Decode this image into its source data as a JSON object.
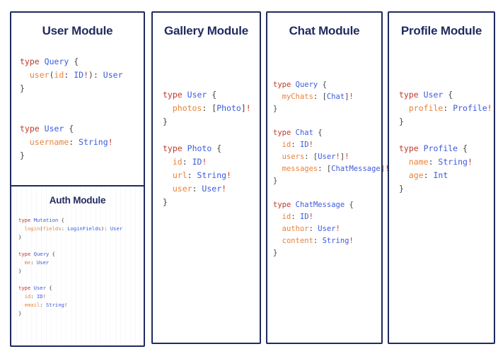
{
  "theme": {
    "border_color": "#1f2a5e",
    "title_color": "#1f2a5e",
    "keyword_color": "#c0392b",
    "typename_color": "#3b5bdb",
    "field_color": "#e8833a",
    "punctuation_color": "#444444",
    "background": "#ffffff"
  },
  "modules": [
    {
      "id": "user",
      "title": "User Module",
      "blocks": [
        {
          "lines": [
            [
              {
                "t": "kw",
                "v": "type"
              },
              {
                "t": "sp",
                "v": " "
              },
              {
                "t": "tn",
                "v": "Query"
              },
              {
                "t": "sp",
                "v": " "
              },
              {
                "t": "pn",
                "v": "{"
              }
            ],
            [
              {
                "t": "sp",
                "v": "  "
              },
              {
                "t": "fld",
                "v": "user"
              },
              {
                "t": "pn",
                "v": "("
              },
              {
                "t": "fld",
                "v": "id"
              },
              {
                "t": "pn",
                "v": ": "
              },
              {
                "t": "tn",
                "v": "ID"
              },
              {
                "t": "bang",
                "v": "!"
              },
              {
                "t": "pn",
                "v": "): "
              },
              {
                "t": "tn",
                "v": "User"
              }
            ],
            [
              {
                "t": "pn",
                "v": "}"
              }
            ]
          ]
        },
        {
          "lines": [
            [],
            []
          ]
        },
        {
          "lines": [
            [
              {
                "t": "kw",
                "v": "type"
              },
              {
                "t": "sp",
                "v": " "
              },
              {
                "t": "tn",
                "v": "User"
              },
              {
                "t": "sp",
                "v": " "
              },
              {
                "t": "pn",
                "v": "{"
              }
            ],
            [
              {
                "t": "sp",
                "v": "  "
              },
              {
                "t": "fld",
                "v": "username"
              },
              {
                "t": "pn",
                "v": ": "
              },
              {
                "t": "tn",
                "v": "String"
              },
              {
                "t": "bang",
                "v": "!"
              }
            ],
            [
              {
                "t": "pn",
                "v": "}"
              }
            ]
          ]
        }
      ]
    },
    {
      "id": "auth",
      "title": "Auth Module",
      "blocks": [
        {
          "lines": [
            [
              {
                "t": "kw",
                "v": "type"
              },
              {
                "t": "sp",
                "v": " "
              },
              {
                "t": "tn",
                "v": "Mutation"
              },
              {
                "t": "sp",
                "v": " "
              },
              {
                "t": "pn",
                "v": "{"
              }
            ],
            [
              {
                "t": "sp",
                "v": "  "
              },
              {
                "t": "fld",
                "v": "login"
              },
              {
                "t": "pn",
                "v": "("
              },
              {
                "t": "fld",
                "v": "fields"
              },
              {
                "t": "pn",
                "v": ": "
              },
              {
                "t": "tn",
                "v": "LoginFields"
              },
              {
                "t": "pn",
                "v": "): "
              },
              {
                "t": "tn",
                "v": "User"
              }
            ],
            [
              {
                "t": "pn",
                "v": "}"
              }
            ]
          ]
        },
        {
          "lines": [
            []
          ]
        },
        {
          "lines": [
            [
              {
                "t": "kw",
                "v": "type"
              },
              {
                "t": "sp",
                "v": " "
              },
              {
                "t": "tn",
                "v": "Query"
              },
              {
                "t": "sp",
                "v": " "
              },
              {
                "t": "pn",
                "v": "{"
              }
            ],
            [
              {
                "t": "sp",
                "v": "  "
              },
              {
                "t": "fld",
                "v": "me"
              },
              {
                "t": "pn",
                "v": ": "
              },
              {
                "t": "tn",
                "v": "User"
              }
            ],
            [
              {
                "t": "pn",
                "v": "}"
              }
            ]
          ]
        },
        {
          "lines": [
            []
          ]
        },
        {
          "lines": [
            [
              {
                "t": "kw",
                "v": "type"
              },
              {
                "t": "sp",
                "v": " "
              },
              {
                "t": "tn",
                "v": "User"
              },
              {
                "t": "sp",
                "v": " "
              },
              {
                "t": "pn",
                "v": "{"
              }
            ],
            [
              {
                "t": "sp",
                "v": "  "
              },
              {
                "t": "fld",
                "v": "id"
              },
              {
                "t": "pn",
                "v": ": "
              },
              {
                "t": "tn",
                "v": "ID"
              },
              {
                "t": "bang",
                "v": "!"
              }
            ],
            [
              {
                "t": "sp",
                "v": "  "
              },
              {
                "t": "fld",
                "v": "email"
              },
              {
                "t": "pn",
                "v": ": "
              },
              {
                "t": "tn",
                "v": "String"
              },
              {
                "t": "bang",
                "v": "!"
              }
            ],
            [
              {
                "t": "pn",
                "v": "}"
              }
            ]
          ]
        }
      ]
    },
    {
      "id": "gallery",
      "title": "Gallery Module",
      "blocks": [
        {
          "lines": [
            [
              {
                "t": "kw",
                "v": "type"
              },
              {
                "t": "sp",
                "v": " "
              },
              {
                "t": "tn",
                "v": "User"
              },
              {
                "t": "sp",
                "v": " "
              },
              {
                "t": "pn",
                "v": "{"
              }
            ],
            [
              {
                "t": "sp",
                "v": "  "
              },
              {
                "t": "fld",
                "v": "photos"
              },
              {
                "t": "pn",
                "v": ": ["
              },
              {
                "t": "tn",
                "v": "Photo"
              },
              {
                "t": "pn",
                "v": "]"
              },
              {
                "t": "bang",
                "v": "!"
              }
            ],
            [
              {
                "t": "pn",
                "v": "}"
              }
            ]
          ]
        },
        {
          "lines": [
            []
          ]
        },
        {
          "lines": [
            [
              {
                "t": "kw",
                "v": "type"
              },
              {
                "t": "sp",
                "v": " "
              },
              {
                "t": "tn",
                "v": "Photo"
              },
              {
                "t": "sp",
                "v": " "
              },
              {
                "t": "pn",
                "v": "{"
              }
            ],
            [
              {
                "t": "sp",
                "v": "  "
              },
              {
                "t": "fld",
                "v": "id"
              },
              {
                "t": "pn",
                "v": ": "
              },
              {
                "t": "tn",
                "v": "ID"
              },
              {
                "t": "bang",
                "v": "!"
              }
            ],
            [
              {
                "t": "sp",
                "v": "  "
              },
              {
                "t": "fld",
                "v": "url"
              },
              {
                "t": "pn",
                "v": ": "
              },
              {
                "t": "tn",
                "v": "String"
              },
              {
                "t": "bang",
                "v": "!"
              }
            ],
            [
              {
                "t": "sp",
                "v": "  "
              },
              {
                "t": "fld",
                "v": "user"
              },
              {
                "t": "pn",
                "v": ": "
              },
              {
                "t": "tn",
                "v": "User"
              },
              {
                "t": "bang",
                "v": "!"
              }
            ],
            [
              {
                "t": "pn",
                "v": "}"
              }
            ]
          ]
        }
      ]
    },
    {
      "id": "chat",
      "title": "Chat Module",
      "blocks": [
        {
          "lines": [
            [
              {
                "t": "kw",
                "v": "type"
              },
              {
                "t": "sp",
                "v": " "
              },
              {
                "t": "tn",
                "v": "Query"
              },
              {
                "t": "sp",
                "v": " "
              },
              {
                "t": "pn",
                "v": "{"
              }
            ],
            [
              {
                "t": "sp",
                "v": "  "
              },
              {
                "t": "fld",
                "v": "myChats"
              },
              {
                "t": "pn",
                "v": ": ["
              },
              {
                "t": "tn",
                "v": "Chat"
              },
              {
                "t": "pn",
                "v": "]"
              },
              {
                "t": "bang",
                "v": "!"
              }
            ],
            [
              {
                "t": "pn",
                "v": "}"
              }
            ]
          ]
        },
        {
          "lines": [
            []
          ]
        },
        {
          "lines": [
            [
              {
                "t": "kw",
                "v": "type"
              },
              {
                "t": "sp",
                "v": " "
              },
              {
                "t": "tn",
                "v": "Chat"
              },
              {
                "t": "sp",
                "v": " "
              },
              {
                "t": "pn",
                "v": "{"
              }
            ],
            [
              {
                "t": "sp",
                "v": "  "
              },
              {
                "t": "fld",
                "v": "id"
              },
              {
                "t": "pn",
                "v": ": "
              },
              {
                "t": "tn",
                "v": "ID"
              },
              {
                "t": "bang",
                "v": "!"
              }
            ],
            [
              {
                "t": "sp",
                "v": "  "
              },
              {
                "t": "fld",
                "v": "users"
              },
              {
                "t": "pn",
                "v": ": ["
              },
              {
                "t": "tn",
                "v": "User"
              },
              {
                "t": "bang",
                "v": "!"
              },
              {
                "t": "pn",
                "v": "]"
              },
              {
                "t": "bang",
                "v": "!"
              }
            ],
            [
              {
                "t": "sp",
                "v": "  "
              },
              {
                "t": "fld",
                "v": "messages"
              },
              {
                "t": "pn",
                "v": ": ["
              },
              {
                "t": "tn",
                "v": "ChatMessage"
              },
              {
                "t": "pn",
                "v": "]"
              },
              {
                "t": "bang",
                "v": "!"
              }
            ],
            [
              {
                "t": "pn",
                "v": "}"
              }
            ]
          ]
        },
        {
          "lines": [
            []
          ]
        },
        {
          "lines": [
            [
              {
                "t": "kw",
                "v": "type"
              },
              {
                "t": "sp",
                "v": " "
              },
              {
                "t": "tn",
                "v": "ChatMessage"
              },
              {
                "t": "sp",
                "v": " "
              },
              {
                "t": "pn",
                "v": "{"
              }
            ],
            [
              {
                "t": "sp",
                "v": "  "
              },
              {
                "t": "fld",
                "v": "id"
              },
              {
                "t": "pn",
                "v": ": "
              },
              {
                "t": "tn",
                "v": "ID"
              },
              {
                "t": "bang",
                "v": "!"
              }
            ],
            [
              {
                "t": "sp",
                "v": "  "
              },
              {
                "t": "fld",
                "v": "author"
              },
              {
                "t": "pn",
                "v": ": "
              },
              {
                "t": "tn",
                "v": "User"
              },
              {
                "t": "bang",
                "v": "!"
              }
            ],
            [
              {
                "t": "sp",
                "v": "  "
              },
              {
                "t": "fld",
                "v": "content"
              },
              {
                "t": "pn",
                "v": ": "
              },
              {
                "t": "tn",
                "v": "String"
              },
              {
                "t": "bang",
                "v": "!"
              }
            ],
            [
              {
                "t": "pn",
                "v": "}"
              }
            ]
          ]
        }
      ]
    },
    {
      "id": "profile",
      "title": "Profile Module",
      "blocks": [
        {
          "lines": [
            [
              {
                "t": "kw",
                "v": "type"
              },
              {
                "t": "sp",
                "v": " "
              },
              {
                "t": "tn",
                "v": "User"
              },
              {
                "t": "sp",
                "v": " "
              },
              {
                "t": "pn",
                "v": "{"
              }
            ],
            [
              {
                "t": "sp",
                "v": "  "
              },
              {
                "t": "fld",
                "v": "profile"
              },
              {
                "t": "pn",
                "v": ": "
              },
              {
                "t": "tn",
                "v": "Profile"
              },
              {
                "t": "bang",
                "v": "!"
              }
            ],
            [
              {
                "t": "pn",
                "v": "}"
              }
            ]
          ]
        },
        {
          "lines": [
            []
          ]
        },
        {
          "lines": [
            [
              {
                "t": "kw",
                "v": "type"
              },
              {
                "t": "sp",
                "v": " "
              },
              {
                "t": "tn",
                "v": "Profile"
              },
              {
                "t": "sp",
                "v": " "
              },
              {
                "t": "pn",
                "v": "{"
              }
            ],
            [
              {
                "t": "sp",
                "v": "  "
              },
              {
                "t": "fld",
                "v": "name"
              },
              {
                "t": "pn",
                "v": ": "
              },
              {
                "t": "tn",
                "v": "String"
              },
              {
                "t": "bang",
                "v": "!"
              }
            ],
            [
              {
                "t": "sp",
                "v": "  "
              },
              {
                "t": "fld",
                "v": "age"
              },
              {
                "t": "pn",
                "v": ": "
              },
              {
                "t": "tn",
                "v": "Int"
              }
            ],
            [
              {
                "t": "pn",
                "v": "}"
              }
            ]
          ]
        }
      ]
    }
  ]
}
